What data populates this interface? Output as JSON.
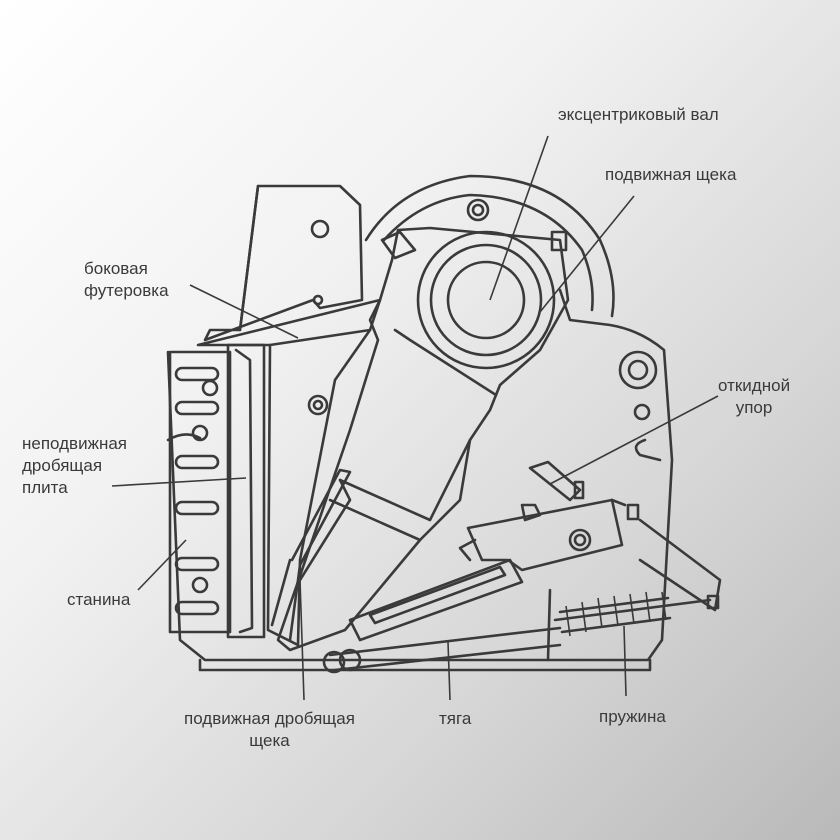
{
  "labels": {
    "eccentric_shaft": "эксцентриковый вал",
    "movable_cheek": "подвижная щека",
    "side_lining": "боковая\nфутеровка",
    "fixed_plate": "неподвижная\nдробящая\nплита",
    "frame": "станина",
    "movable_crushing_cheek": "подвижная дробящая\nщека",
    "rod": "тяга",
    "spring": "пружина",
    "folding_stop": "откидной\nупор"
  }
}
